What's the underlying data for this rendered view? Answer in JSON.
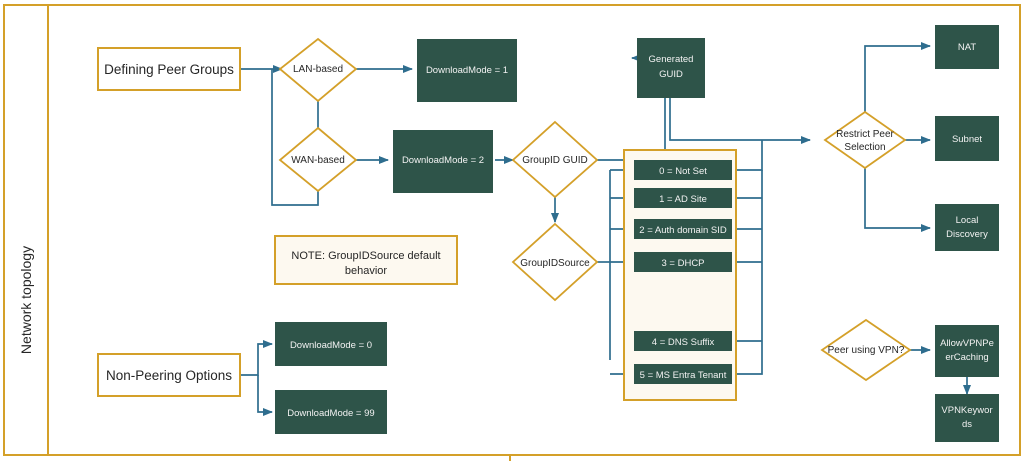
{
  "page": {
    "section_label": "Network topology",
    "frame_color": "#d4a029",
    "box_fill": "#2e5449",
    "gold": "#d4a029",
    "arrow_color": "#2e6d8e",
    "note_fill": "#fdf9f0",
    "text_dark": "#262626",
    "text_light": "#f2f2f2"
  },
  "peer_groups": {
    "title": "Defining Peer Groups",
    "lan_decision": "LAN-based",
    "wan_decision": "WAN-based",
    "download_mode_1": "DownloadMode = 1",
    "download_mode_2": "DownloadMode = 2"
  },
  "group_id": {
    "guid_decision": "GroupID GUID",
    "generated_guid_line1": "Generated",
    "generated_guid_line2": "GUID",
    "source_decision": "GroupIDSource",
    "note_line1": "NOTE: GroupIDSource default",
    "note_line2": "behavior",
    "options": [
      {
        "label": "0 = Not Set"
      },
      {
        "label": "1 = AD Site"
      },
      {
        "label": "2 = Auth domain SID"
      },
      {
        "label": "3 = DHCP"
      },
      {
        "label": "4 = DNS Suffix"
      },
      {
        "label": "5 = MS Entra Tenant"
      }
    ]
  },
  "restrict": {
    "decision_line1": "Restrict Peer",
    "decision_line2": "Selection",
    "nat": "NAT",
    "subnet": "Subnet",
    "local_discovery_line1": "Local",
    "local_discovery_line2": "Discovery"
  },
  "non_peering": {
    "title": "Non-Peering Options",
    "download_mode_0": "DownloadMode = 0",
    "download_mode_99": "DownloadMode = 99"
  },
  "vpn": {
    "decision": "Peer using VPN?",
    "allow_line1": "AllowVPNPe",
    "allow_line2": "erCaching",
    "keywords_line1": "VPNKeywor",
    "keywords_line2": "ds"
  }
}
